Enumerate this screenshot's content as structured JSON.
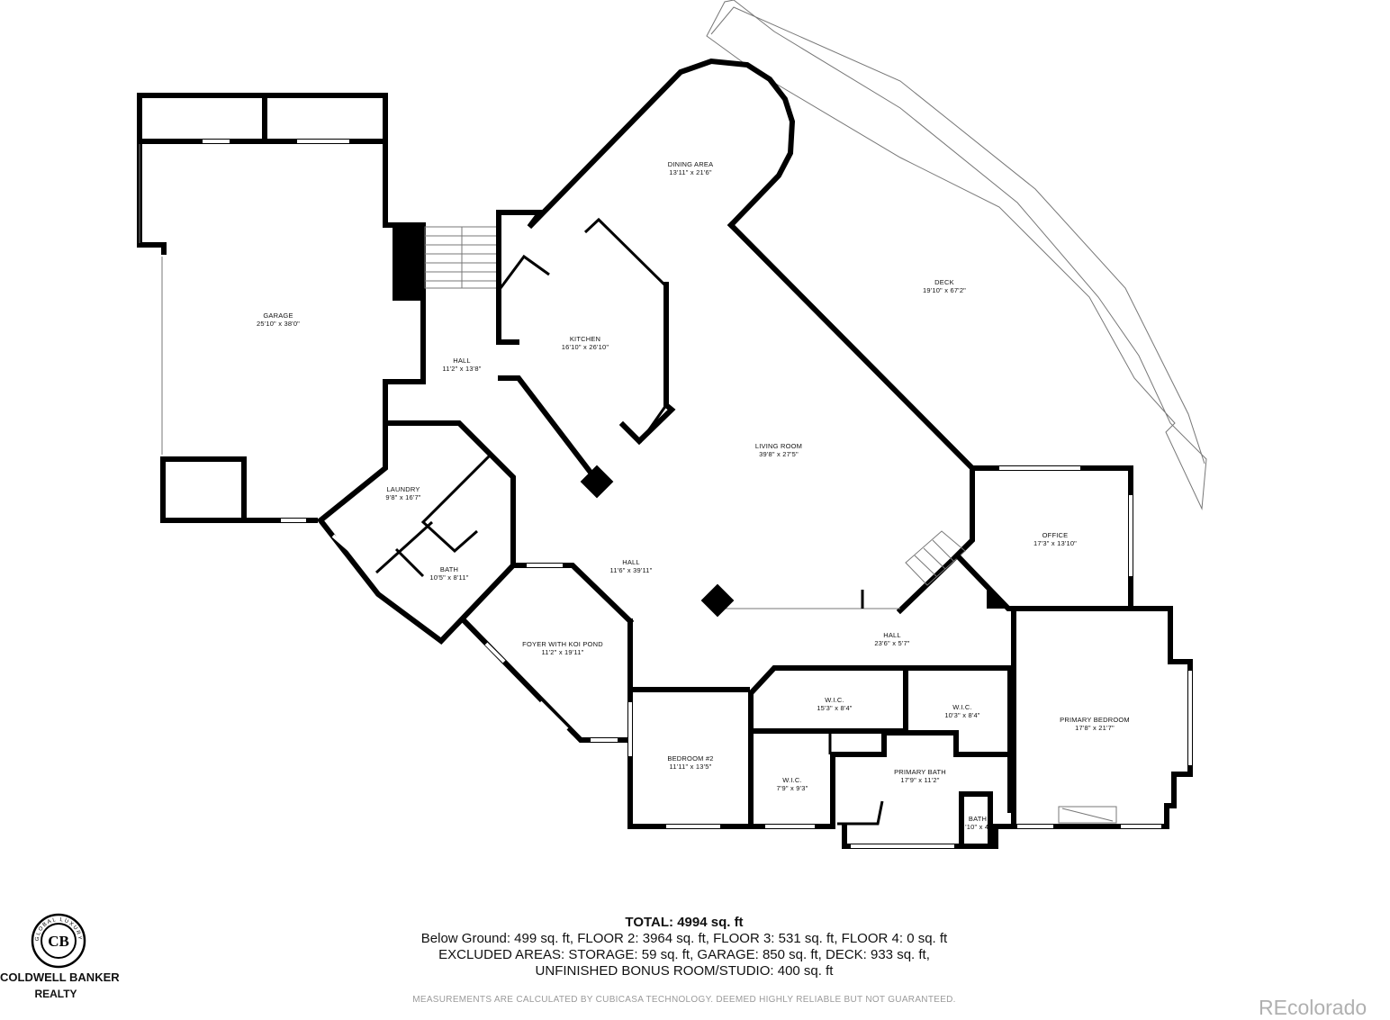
{
  "rooms": [
    {
      "id": "garage",
      "name": "GARAGE",
      "dims": "25'10\" x 38'0\""
    },
    {
      "id": "dining",
      "name": "DINING AREA",
      "dims": "13'11\" x 21'6\""
    },
    {
      "id": "deck",
      "name": "DECK",
      "dims": "19'10\" x 67'2\""
    },
    {
      "id": "kitchen",
      "name": "KITCHEN",
      "dims": "16'10\" x 26'10\""
    },
    {
      "id": "hall1",
      "name": "HALL",
      "dims": "11'2\" x 13'8\""
    },
    {
      "id": "living",
      "name": "LIVING ROOM",
      "dims": "39'8\" x 27'5\""
    },
    {
      "id": "laundry",
      "name": "LAUNDRY",
      "dims": "9'8\" x 16'7\""
    },
    {
      "id": "office",
      "name": "OFFICE",
      "dims": "17'3\" x 13'10\""
    },
    {
      "id": "hall2",
      "name": "HALL",
      "dims": "11'6\" x 39'11\""
    },
    {
      "id": "bath1",
      "name": "BATH",
      "dims": "10'5\" x 8'11\""
    },
    {
      "id": "foyer",
      "name": "FOYER WITH KOI POND",
      "dims": "11'2\" x 19'11\""
    },
    {
      "id": "hall3",
      "name": "HALL",
      "dims": "23'6\" x 5'7\""
    },
    {
      "id": "wic1",
      "name": "W.I.C.",
      "dims": "15'3\" x 8'4\""
    },
    {
      "id": "wic2",
      "name": "W.I.C.",
      "dims": "10'3\" x 8'4\""
    },
    {
      "id": "primary_bed",
      "name": "PRIMARY BEDROOM",
      "dims": "17'8\" x 21'7\""
    },
    {
      "id": "bedroom2",
      "name": "BEDROOM #2",
      "dims": "11'11\" x 13'5\""
    },
    {
      "id": "primary_bath",
      "name": "PRIMARY BATH",
      "dims": "17'9\" x 11'2\""
    },
    {
      "id": "wic3",
      "name": "W.I.C.",
      "dims": "7'9\" x 9'3\""
    },
    {
      "id": "bath2",
      "name": "BATH",
      "dims": "'10\" x 4'"
    }
  ],
  "totals": {
    "title": "TOTAL: 4994 sq. ft",
    "line1": "Below Ground: 499 sq. ft, FLOOR 2: 3964 sq. ft, FLOOR 3: 531 sq. ft, FLOOR 4: 0 sq. ft",
    "line2": "EXCLUDED AREAS: STORAGE: 59 sq. ft, GARAGE: 850 sq. ft, DECK: 933 sq. ft,",
    "line3": "UNFINISHED BONUS ROOM/STUDIO: 400 sq. ft"
  },
  "disclaimer": "MEASUREMENTS ARE CALCULATED BY CUBICASA TECHNOLOGY. DEEMED HIGHLY RELIABLE BUT NOT GUARANTEED.",
  "brand": {
    "line1": "COLDWELL BANKER",
    "line2": "REALTY",
    "seal_text": "GLOBAL LUXURY",
    "seal_monogram": "CB"
  },
  "watermark": "REcolorado"
}
